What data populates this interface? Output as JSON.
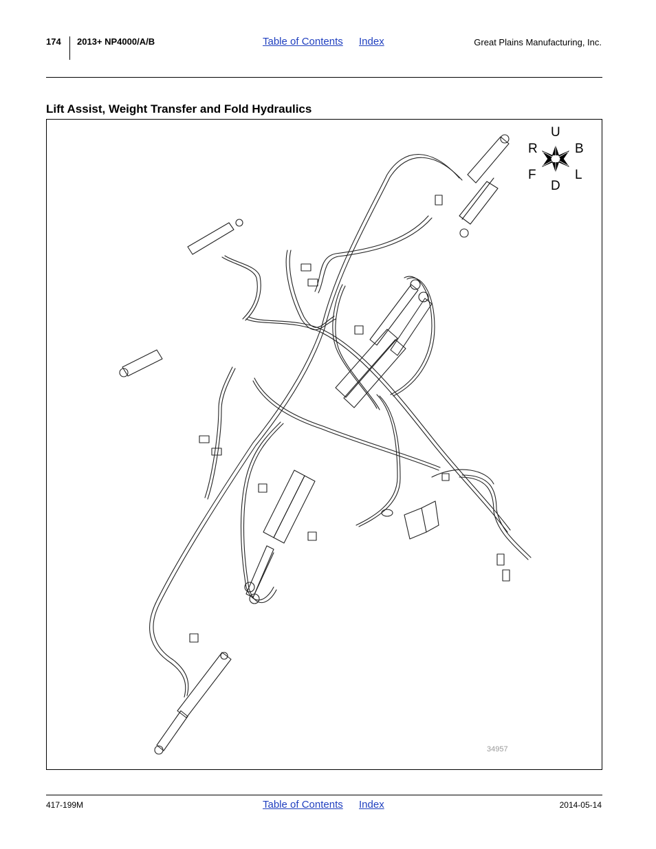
{
  "header": {
    "page_number": "174",
    "model": "2013+ NP4000/A/B",
    "toc_link": "Table of Contents",
    "index_link": "Index",
    "company": "Great Plains Manufacturing, Inc."
  },
  "section": {
    "title": "Lift Assist, Weight Transfer and Fold Hydraulics"
  },
  "figure": {
    "number": "34957",
    "compass": {
      "up": "U",
      "down": "D",
      "right": "R",
      "left": "L",
      "back": "B",
      "front": "F"
    }
  },
  "footer": {
    "doc_number": "417-199M",
    "toc_link": "Table of Contents",
    "index_link": "Index",
    "date": "2014-05-14"
  }
}
